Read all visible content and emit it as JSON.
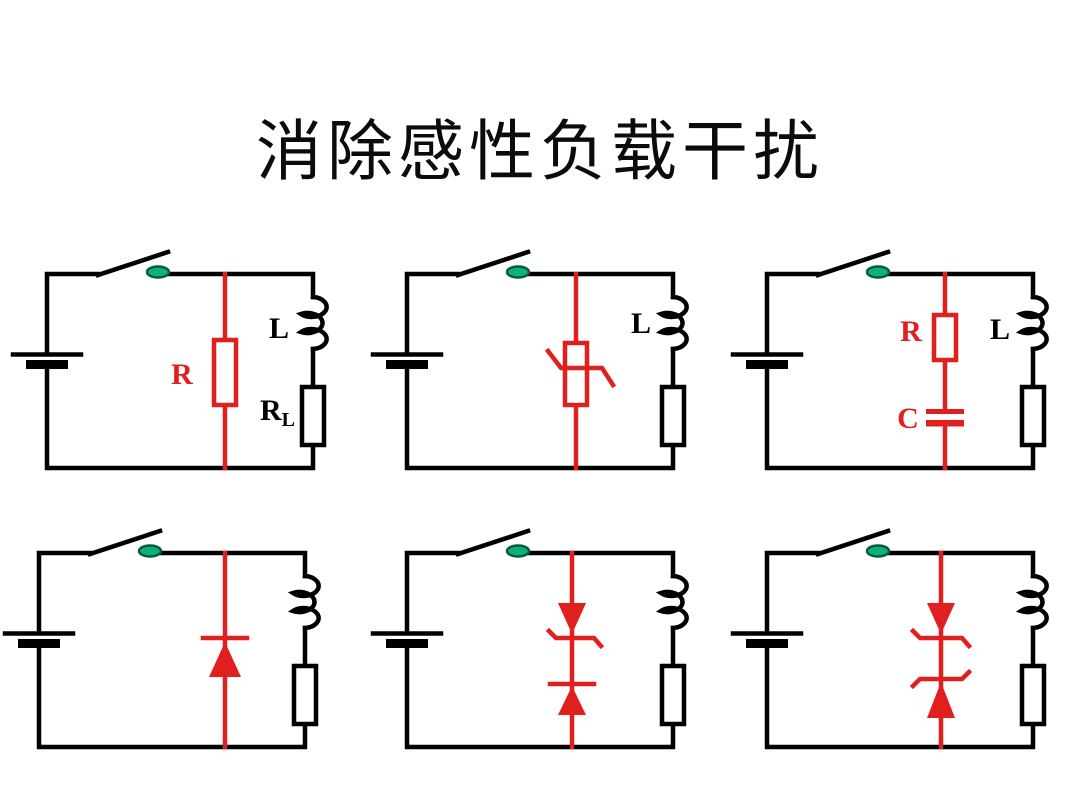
{
  "title": "消除感性负载干扰",
  "colors": {
    "background": "#ffffff",
    "wire": "#000000",
    "highlight_red": "#e01f1f",
    "contact_fill": "#0cb377",
    "contact_stroke": "#0a5a40"
  },
  "circuits": {
    "top_left": {
      "r": "R",
      "l": "L",
      "rl_main": "R",
      "rl_sub": "L"
    },
    "top_middle": {
      "l": "L"
    },
    "top_right": {
      "r": "R",
      "c": "C",
      "l": "L"
    }
  }
}
